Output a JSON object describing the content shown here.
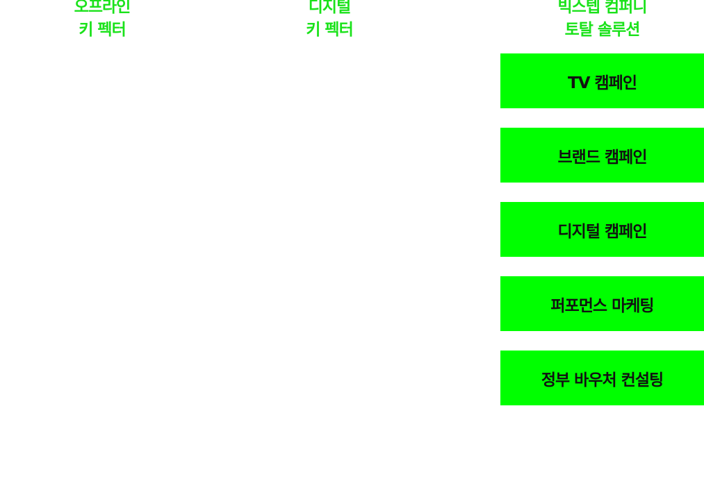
{
  "columns": {
    "offline": {
      "line1": "오프라인",
      "line2": "키 펙터"
    },
    "digital": {
      "line1": "디지털",
      "line2": "키 펙터"
    },
    "bigstep": {
      "line1": "빅스텝 컴퍼니",
      "line2": "토탈 솔루션"
    }
  },
  "services": [
    {
      "label": "TV 캠페인"
    },
    {
      "label": "브랜드 캠페인"
    },
    {
      "label": "디지털 캠페인"
    },
    {
      "label": "퍼포먼스 마케팅"
    },
    {
      "label": "정부 바우처 컨설팅"
    }
  ],
  "colors": {
    "heading": "#1ae21a",
    "button_bg": "#00ff00",
    "button_text": "#111111"
  }
}
